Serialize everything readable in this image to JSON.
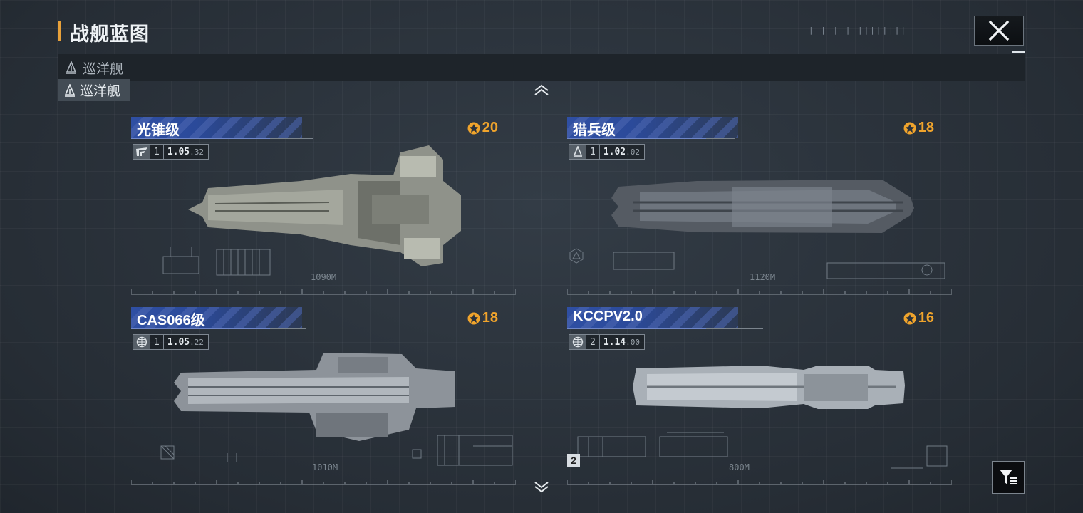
{
  "header": {
    "title": "战舰蓝图",
    "ticks": "| | | | ||||||||"
  },
  "category": {
    "bar_label": "巡洋舰",
    "chip_label": "巡洋舰"
  },
  "colors": {
    "accent": "#e8a13a",
    "cost": "#f0a42c",
    "name_band": "#2f4fa3",
    "background": "#2a323b"
  },
  "ships": [
    {
      "name": "光锥级",
      "cost": "20",
      "stat_num": "1",
      "stat_main": "1.05",
      "stat_sub": ".32",
      "length": "1090M",
      "icon": "faction-emblem-icon"
    },
    {
      "name": "猎兵级",
      "cost": "18",
      "stat_num": "1",
      "stat_main": "1.02",
      "stat_sub": ".02",
      "length": "1120M",
      "icon": "ship-class-icon"
    },
    {
      "name": "CAS066级",
      "cost": "18",
      "stat_num": "1",
      "stat_main": "1.05",
      "stat_sub": ".22",
      "length": "1010M",
      "icon": "globe-icon"
    },
    {
      "name": "KCCPV2.0",
      "cost": "16",
      "stat_num": "2",
      "stat_main": "1.14",
      "stat_sub": ".00",
      "length": "800M",
      "icon": "globe-icon",
      "tier": "2"
    }
  ]
}
